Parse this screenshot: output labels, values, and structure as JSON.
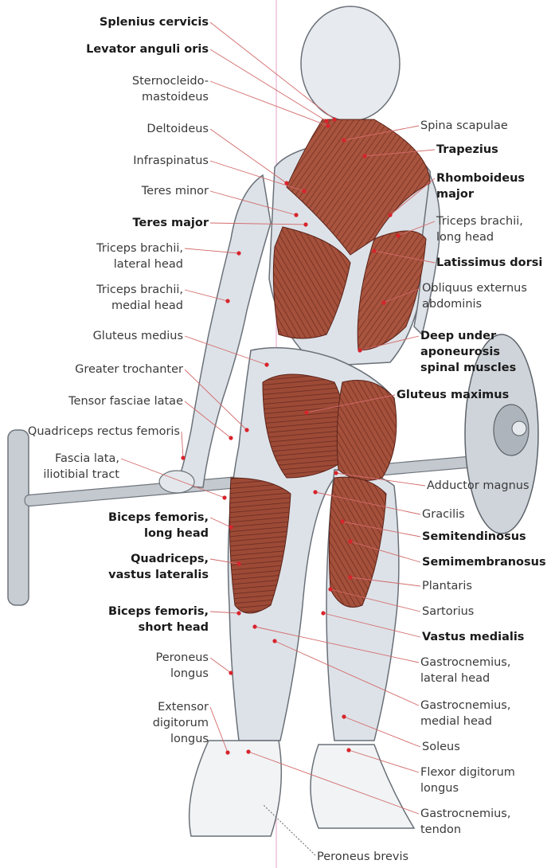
{
  "labels_left": [
    {
      "id": "splenius",
      "lines": [
        "Splenius cervicis"
      ],
      "bold": true
    },
    {
      "id": "levator",
      "lines": [
        "Levator anguli oris"
      ],
      "bold": true
    },
    {
      "id": "sterno",
      "lines": [
        "Sternocleido-",
        "mastoideus"
      ],
      "bold": false
    },
    {
      "id": "deltoid",
      "lines": [
        "Deltoideus"
      ],
      "bold": false
    },
    {
      "id": "infraspinatus",
      "lines": [
        "Infraspinatus"
      ],
      "bold": false
    },
    {
      "id": "teres-minor",
      "lines": [
        "Teres minor"
      ],
      "bold": false
    },
    {
      "id": "teres-major",
      "lines": [
        "Teres major"
      ],
      "bold": true
    },
    {
      "id": "triceps-lateral",
      "lines": [
        "Triceps brachii,",
        "lateral head"
      ],
      "bold": false
    },
    {
      "id": "triceps-medial",
      "lines": [
        "Triceps brachii,",
        "medial head"
      ],
      "bold": false
    },
    {
      "id": "gluteus-medius",
      "lines": [
        "Gluteus medius"
      ],
      "bold": false
    },
    {
      "id": "greater-trochanter",
      "lines": [
        "Greater trochanter"
      ],
      "bold": false
    },
    {
      "id": "tensor",
      "lines": [
        "Tensor fasciae latae"
      ],
      "bold": false
    },
    {
      "id": "quad-rectus",
      "lines": [
        "Quadriceps rectus femoris"
      ],
      "bold": false
    },
    {
      "id": "fascia-lata",
      "lines": [
        "Fascia lata,",
        "iliotibial tract"
      ],
      "bold": false
    },
    {
      "id": "biceps-long",
      "lines": [
        "Biceps femoris,",
        "long head"
      ],
      "bold": true
    },
    {
      "id": "quad-vastus-lat",
      "lines": [
        "Quadriceps,",
        "vastus lateralis"
      ],
      "bold": true
    },
    {
      "id": "biceps-short",
      "lines": [
        "Biceps femoris,",
        "short head"
      ],
      "bold": true
    },
    {
      "id": "peroneus-longus",
      "lines": [
        "Peroneus",
        "longus"
      ],
      "bold": false
    },
    {
      "id": "extensor-dig",
      "lines": [
        "Extensor",
        "digitorum",
        "longus"
      ],
      "bold": false
    }
  ],
  "labels_right": [
    {
      "id": "spina",
      "lines": [
        "Spina scapulae"
      ],
      "bold": false
    },
    {
      "id": "trapezius",
      "lines": [
        "Trapezius"
      ],
      "bold": true
    },
    {
      "id": "rhomboideus",
      "lines": [
        "Rhomboideus",
        "major"
      ],
      "bold": true
    },
    {
      "id": "triceps-long",
      "lines": [
        "Triceps brachii,",
        "long head"
      ],
      "bold": false
    },
    {
      "id": "latissimus",
      "lines": [
        "Latissimus dorsi"
      ],
      "bold": true
    },
    {
      "id": "obliquus",
      "lines": [
        "Obliquus externus",
        "abdominis"
      ],
      "bold": false
    },
    {
      "id": "deep-spinal",
      "lines": [
        "Deep under",
        "aponeurosis",
        "spinal muscles"
      ],
      "bold": true
    },
    {
      "id": "gluteus-max",
      "lines": [
        "Gluteus maximus"
      ],
      "bold": true
    },
    {
      "id": "adductor",
      "lines": [
        "Adductor magnus"
      ],
      "bold": false
    },
    {
      "id": "gracilis",
      "lines": [
        "Gracilis"
      ],
      "bold": false
    },
    {
      "id": "semitend",
      "lines": [
        "Semitendinosus"
      ],
      "bold": true
    },
    {
      "id": "semimemb",
      "lines": [
        "Semimembranosus"
      ],
      "bold": true
    },
    {
      "id": "plantaris",
      "lines": [
        "Plantaris"
      ],
      "bold": false
    },
    {
      "id": "sartorius",
      "lines": [
        "Sartorius"
      ],
      "bold": false
    },
    {
      "id": "vastus-medialis",
      "lines": [
        "Vastus medialis"
      ],
      "bold": true
    },
    {
      "id": "gastro-lat",
      "lines": [
        "Gastrocnemius,",
        "lateral head"
      ],
      "bold": false
    },
    {
      "id": "gastro-med",
      "lines": [
        "Gastrocnemius,",
        "medial head"
      ],
      "bold": false
    },
    {
      "id": "soleus",
      "lines": [
        "Soleus"
      ],
      "bold": false
    },
    {
      "id": "flexor-dig",
      "lines": [
        "Flexor digitorum",
        "longus"
      ],
      "bold": false
    },
    {
      "id": "gastro-tendon",
      "lines": [
        "Gastrocnemius,",
        "tendon"
      ],
      "bold": false
    }
  ],
  "label_bottom": {
    "id": "peroneus-brevis",
    "lines": [
      "Peroneus brevis"
    ],
    "bold": false
  },
  "colors": {
    "muscle": "#a8543e",
    "muscle_dark": "#7a3426",
    "skin": "#dfe4ea",
    "leader": "#d36a6a",
    "dot": "#d8242c",
    "barbell": "#b9bfc6"
  }
}
